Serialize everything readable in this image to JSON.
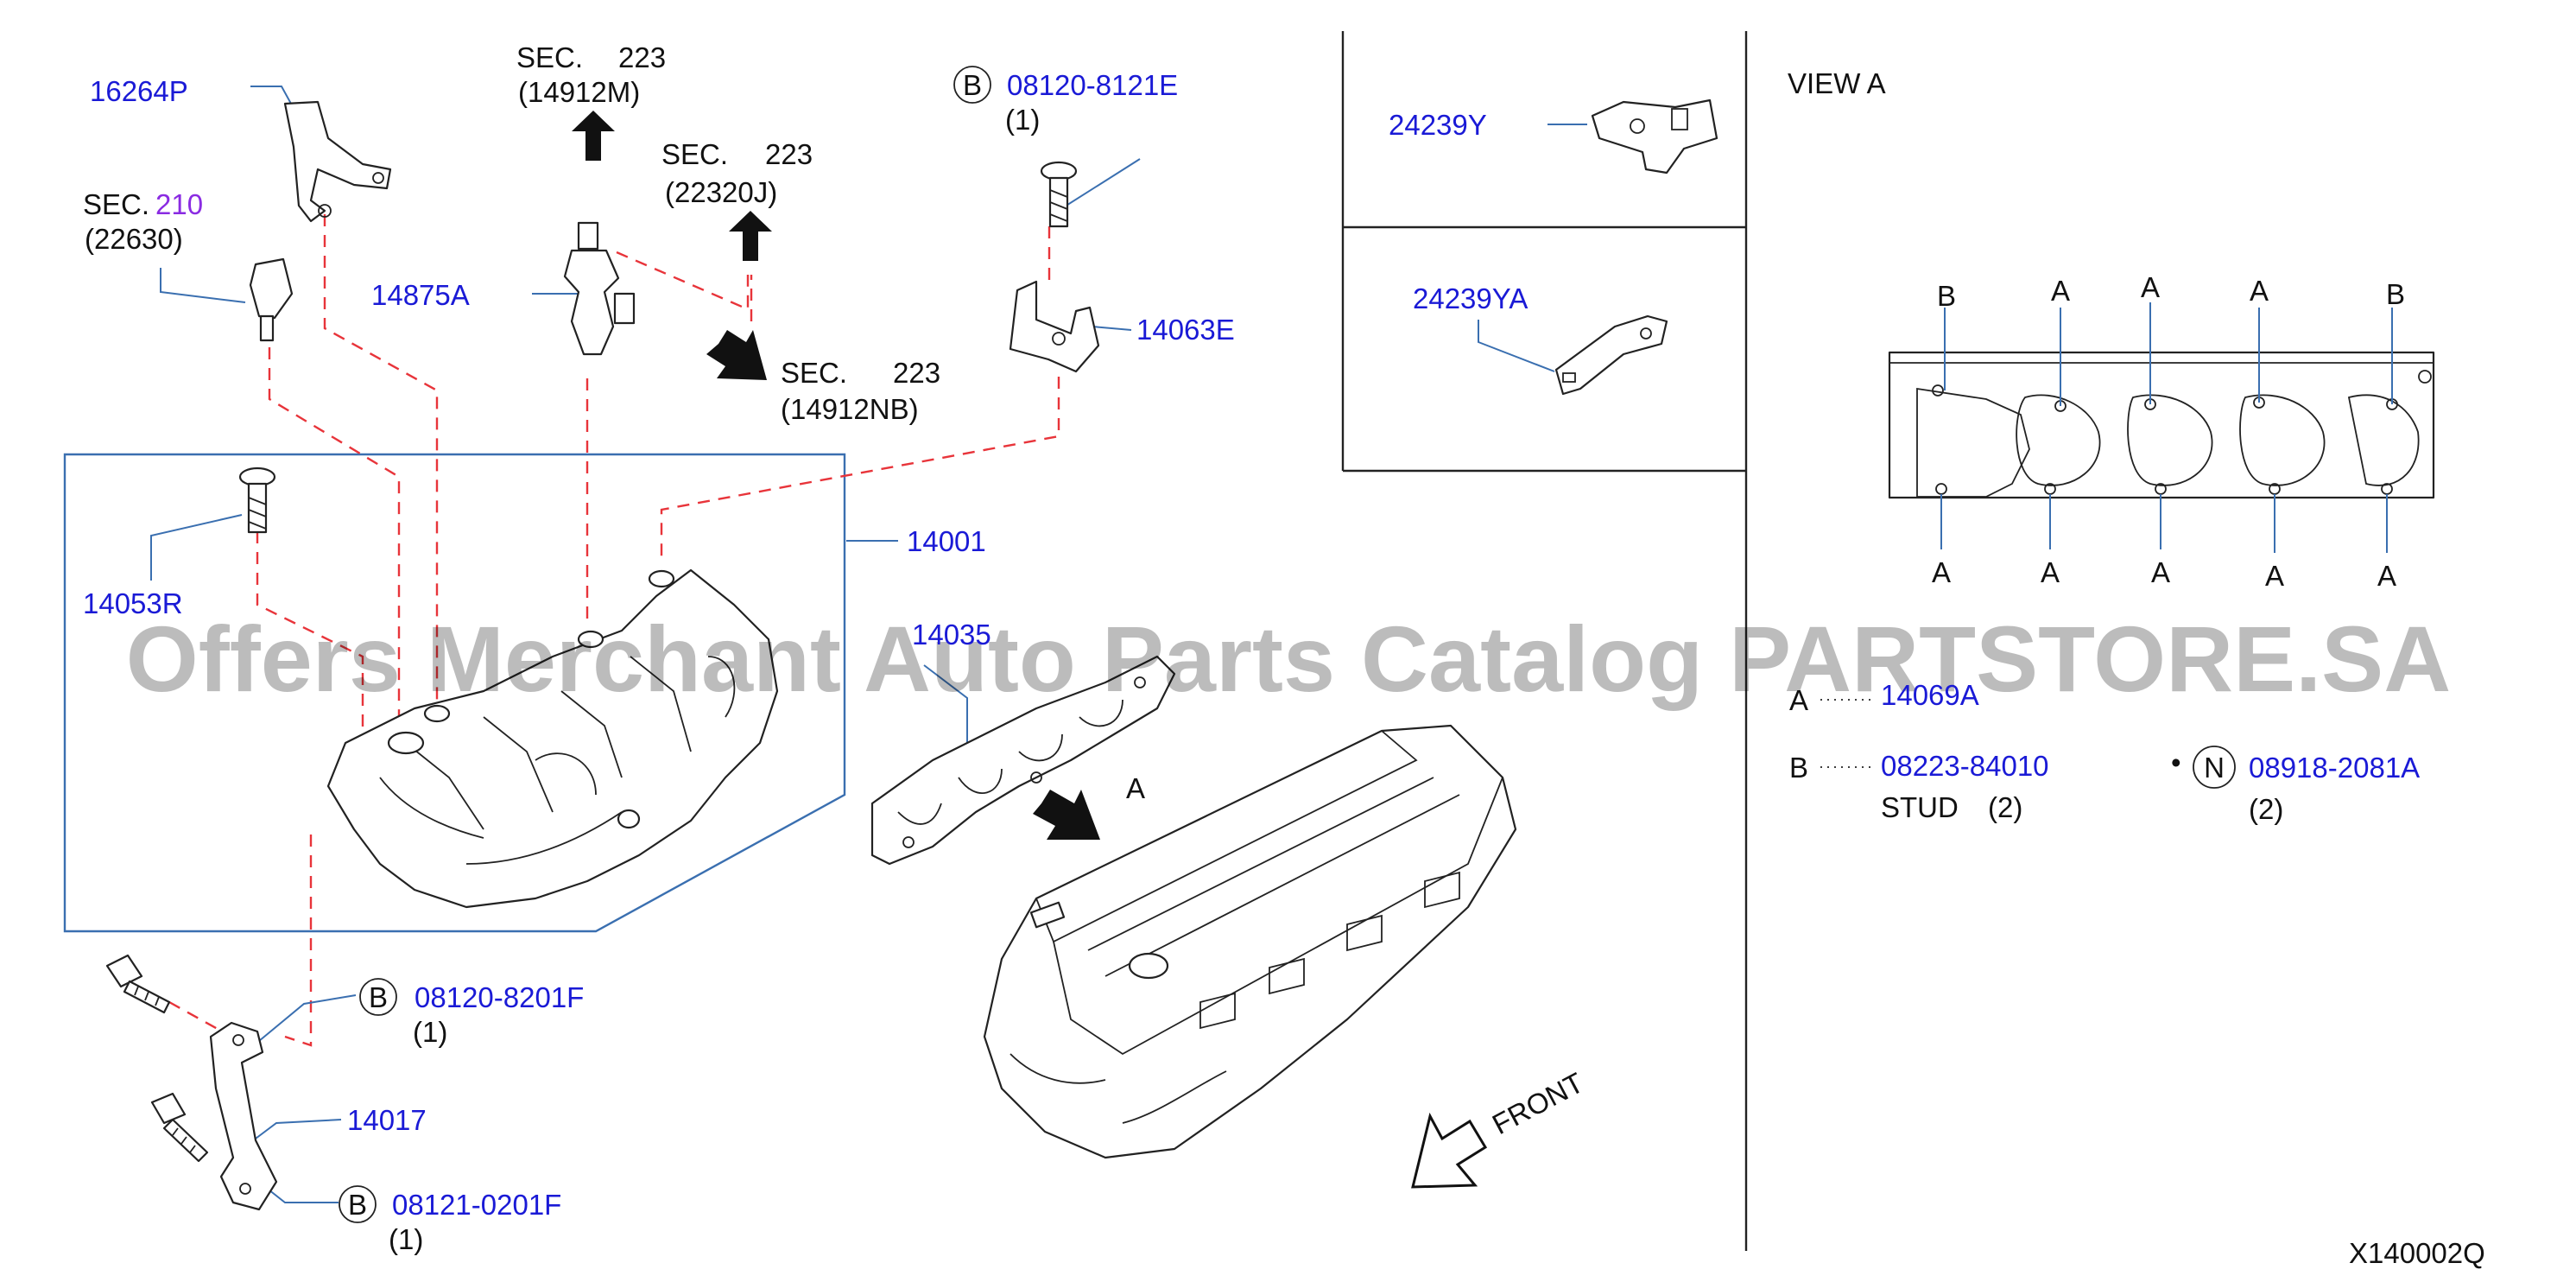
{
  "diagram": {
    "watermark": "Offers Merchant Auto Parts Catalog PARTSTORE.SA",
    "diagram_code": "X140002Q",
    "parts": [
      {
        "id": "16264p",
        "number": "16264P"
      },
      {
        "id": "14875a",
        "number": "14875A"
      },
      {
        "id": "14063e",
        "number": "14063E"
      },
      {
        "id": "14001",
        "number": "14001"
      },
      {
        "id": "14053r",
        "number": "14053R"
      },
      {
        "id": "14035",
        "number": "14035"
      },
      {
        "id": "14017",
        "number": "14017"
      },
      {
        "id": "24239y",
        "number": "24239Y"
      },
      {
        "id": "24239ya",
        "number": "24239YA"
      }
    ],
    "bolts": [
      {
        "id": "bolt-top",
        "prefix": "B",
        "number": "08120-8121E",
        "qty": "(1)"
      },
      {
        "id": "bolt-mid",
        "prefix": "B",
        "number": "08120-8201F",
        "qty": "(1)"
      },
      {
        "id": "bolt-low",
        "prefix": "B",
        "number": "08121-0201F",
        "qty": "(1)"
      }
    ],
    "section_refs": [
      {
        "id": "sec-210",
        "sec": "SEC.",
        "num": "210",
        "code": "(22630)"
      },
      {
        "id": "sec-223-m",
        "sec": "SEC.",
        "num": "223",
        "code": "(14912M)"
      },
      {
        "id": "sec-223-j",
        "sec": "SEC.",
        "num": "223",
        "code": "(22320J)"
      },
      {
        "id": "sec-223-nb",
        "sec": "SEC.",
        "num": "223",
        "code": "(14912NB)"
      }
    ],
    "view": {
      "title": "VIEW   A",
      "top_labels": [
        "B",
        "A",
        "A",
        "A",
        "B"
      ],
      "bottom_labels": [
        "A",
        "A",
        "A",
        "A",
        "A"
      ]
    },
    "arrow_label_a": "A",
    "front_label": "FRONT",
    "legend": {
      "a_key": "A",
      "a_part": "14069A",
      "b_key": "B",
      "b_part": "08223-84010",
      "b_desc": "STUD",
      "b_qty": "(2)",
      "dot": "•",
      "n_key": "N",
      "n_part": "08918-2081A",
      "n_qty": "(2)"
    },
    "colors": {
      "part": "#1a1ad6",
      "leader": "#3a6fb0",
      "dashed": "#e8343a",
      "purple": "#8a2be2"
    }
  }
}
